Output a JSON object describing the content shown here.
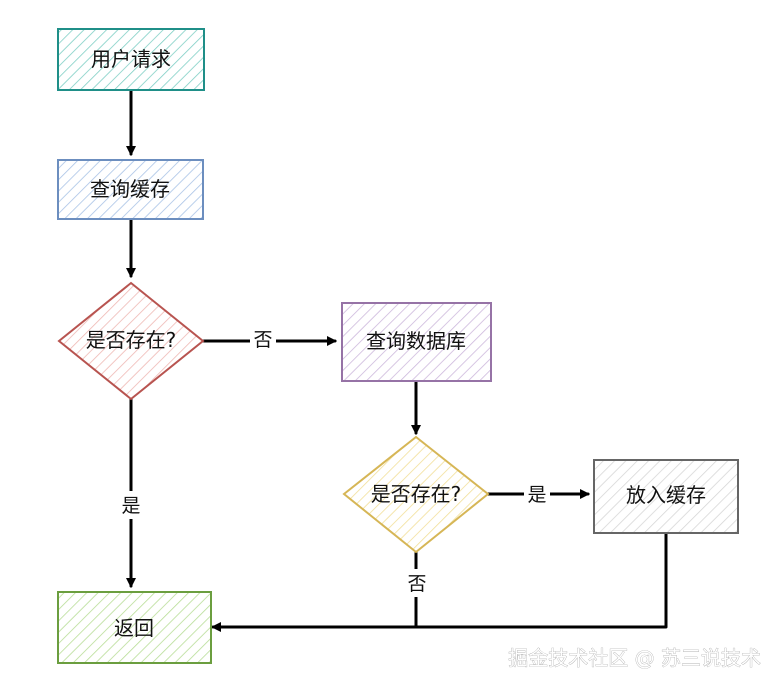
{
  "nodes": {
    "request": {
      "label": "用户请求",
      "stroke": "#1f8f88",
      "fill": "#d5f3ee"
    },
    "query_cache": {
      "label": "查询缓存",
      "stroke": "#6c8ebf",
      "fill": "#dde8f6"
    },
    "exists_1": {
      "label": "是否存在?",
      "stroke": "#b85450",
      "fill": "#f8d7d5"
    },
    "query_db": {
      "label": "查询数据库",
      "stroke": "#9673a6",
      "fill": "#e7dcef"
    },
    "exists_2": {
      "label": "是否存在?",
      "stroke": "#d6b656",
      "fill": "#fff3cc"
    },
    "put_cache": {
      "label": "放入缓存",
      "stroke": "#666666",
      "fill": "#ededed"
    },
    "return": {
      "label": "返回",
      "stroke": "#6b9e3f",
      "fill": "#dcefc7"
    }
  },
  "edges": {
    "no_1": "否",
    "yes_1": "是",
    "yes_2": "是",
    "no_2": "否"
  },
  "watermark": "掘金技术社区 @ 苏三说技术"
}
